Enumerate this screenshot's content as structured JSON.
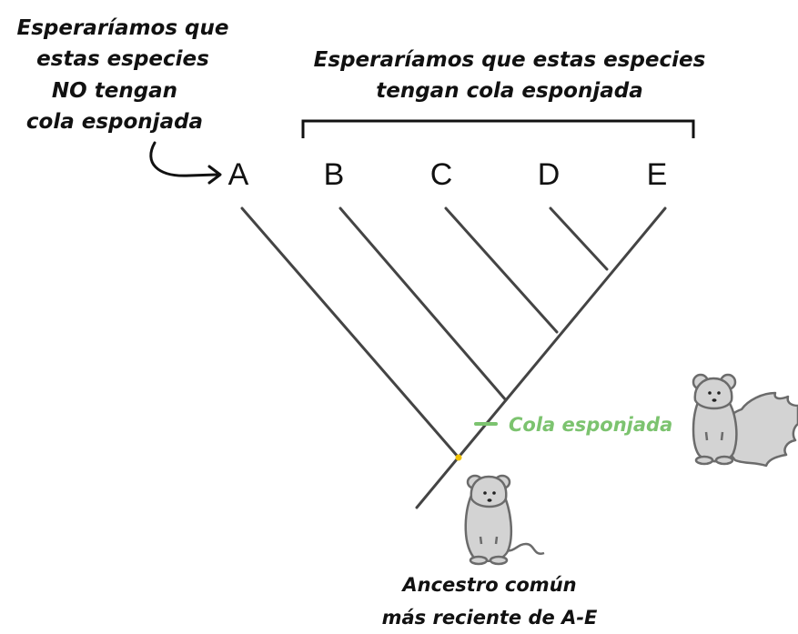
{
  "annotations": {
    "left_note": [
      "Esperaríamos que",
      "estas especies",
      "NO tengan",
      "cola esponjada"
    ],
    "right_note": [
      "Esperaríamos que estas especies",
      "tengan cola esponjada"
    ],
    "trait_label": "Cola esponjada",
    "ancestor_label": [
      "Ancestro común",
      "más reciente de A-E"
    ]
  },
  "taxa": [
    "A",
    "B",
    "C",
    "D",
    "E"
  ],
  "colors": {
    "branch": "#444444",
    "trait": "#7cc36f",
    "ancestor_node": "#f2c200",
    "creature_fill": "#d3d3d3",
    "creature_stroke": "#6b6b6b"
  },
  "icons": {
    "ancestor": "plain-tailed-rodent-icon",
    "derived": "fluffy-tailed-squirrel-icon",
    "pointer": "curved-arrow-icon"
  }
}
